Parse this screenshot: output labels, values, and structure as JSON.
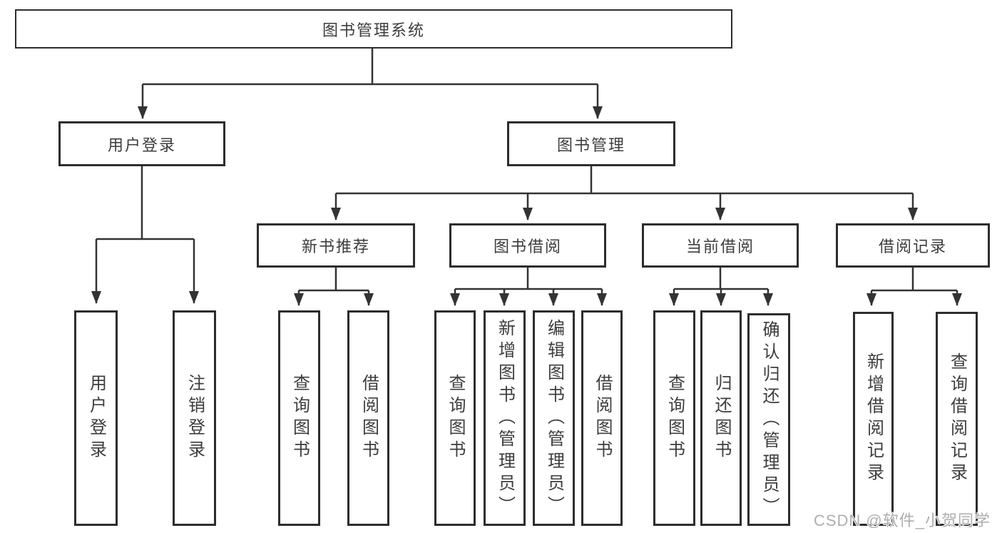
{
  "diagram": {
    "type": "hierarchy-diagram",
    "root": {
      "label": "图书管理系统",
      "children": [
        {
          "label": "用户登录",
          "children": [
            {
              "label": "用户登录"
            },
            {
              "label": "注销登录"
            }
          ]
        },
        {
          "label": "图书管理",
          "children": [
            {
              "label": "新书推荐",
              "children": [
                {
                  "label": "查询图书"
                },
                {
                  "label": "借阅图书"
                }
              ]
            },
            {
              "label": "图书借阅",
              "children": [
                {
                  "label": "查询图书"
                },
                {
                  "label": "新增图书（管理员）"
                },
                {
                  "label": "编辑图书（管理员）"
                },
                {
                  "label": "借阅图书"
                }
              ]
            },
            {
              "label": "当前借阅",
              "children": [
                {
                  "label": "查询图书"
                },
                {
                  "label": "归还图书"
                },
                {
                  "label": "确认归还（管理员）"
                }
              ]
            },
            {
              "label": "借阅记录",
              "children": [
                {
                  "label": "新增借阅记录"
                },
                {
                  "label": "查询借阅记录"
                }
              ]
            }
          ]
        }
      ]
    }
  },
  "watermark": {
    "text": "CSDN @软件_小贺同学"
  },
  "colors": {
    "line": "#333333",
    "box_border": "#2d2d2d",
    "text": "#3d3d3d",
    "watermark": "#aeaeae",
    "background": "#ffffff"
  }
}
